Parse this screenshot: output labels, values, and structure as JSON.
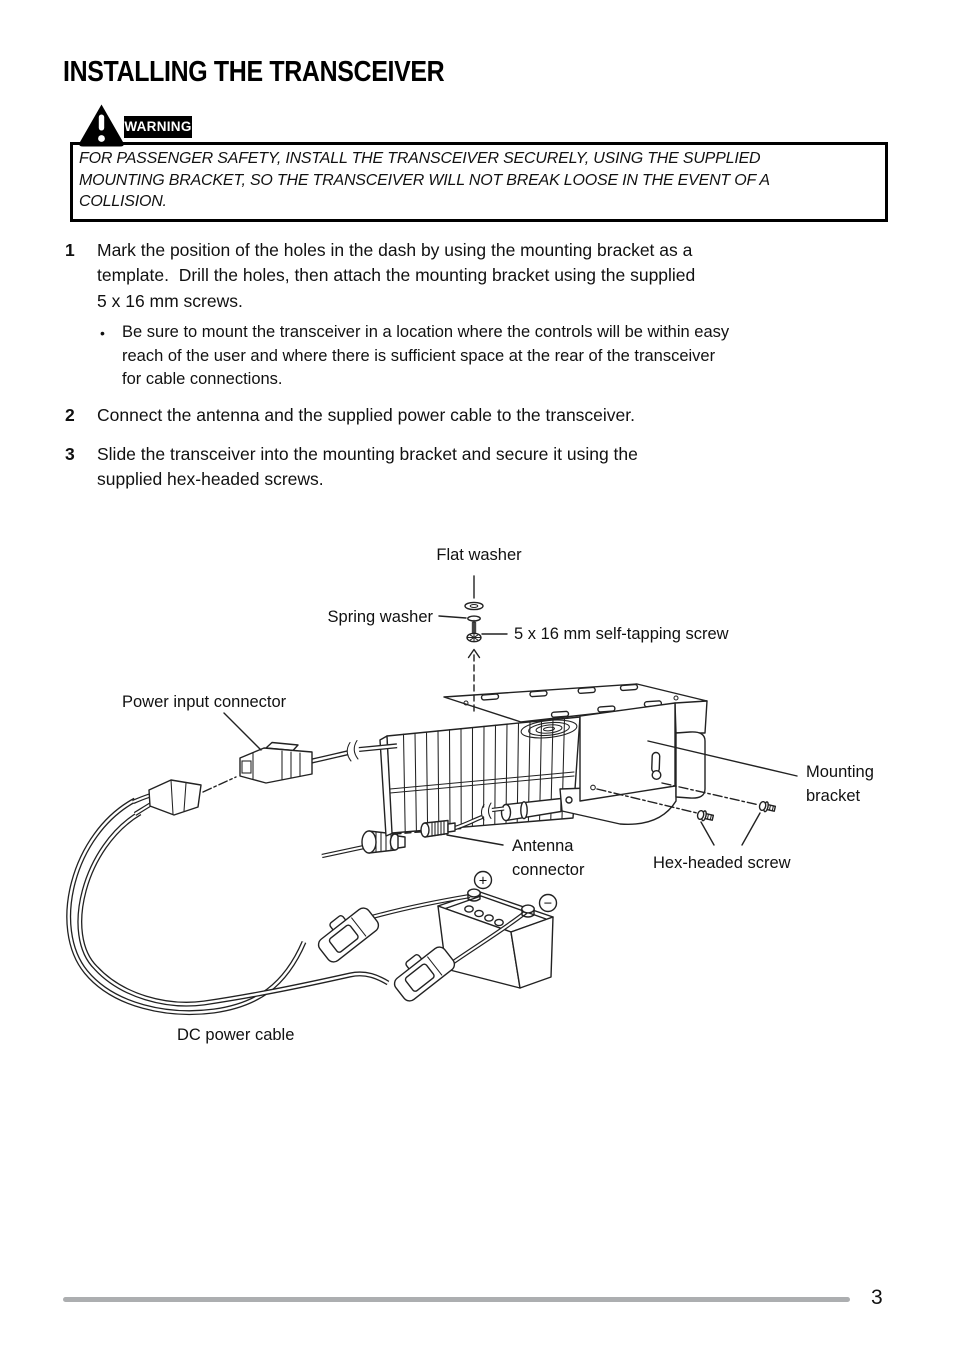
{
  "title": "INSTALLING THE TRANSCEIVER",
  "warning": {
    "tag": "WARNING",
    "lines": [
      "FOR PASSENGER SAFETY, INSTALL THE TRANSCEIVER SECURELY, USING THE SUPPLIED",
      "MOUNTING BRACKET, SO THE TRANSCEIVER WILL NOT BREAK LOOSE IN THE EVENT OF A",
      "COLLISION."
    ]
  },
  "steps": [
    {
      "num": "1",
      "lines": [
        "Mark the position of the holes in the dash by using the mounting bracket as a",
        "template.  Drill the holes, then attach the mounting bracket using the supplied",
        "5 x 16 mm screws."
      ]
    },
    {
      "num": "2",
      "lines": [
        "Connect the antenna and the supplied power cable to the transceiver."
      ]
    },
    {
      "num": "3",
      "lines": [
        "Slide the transceiver into the mounting bracket and secure it using the",
        "supplied hex-headed screws."
      ]
    }
  ],
  "bullet": {
    "marker": "•",
    "lines": [
      "Be sure to mount the transceiver in a location where the controls will be within easy",
      "reach of the user and where there is sufficient space at the rear of the transceiver",
      "for cable connections."
    ]
  },
  "diagram": {
    "labels": {
      "flat_washer": "Flat washer",
      "spring_washer": "Spring washer",
      "tapping_screw": "5 x 16 mm self-tapping screw",
      "power_input": "Power input connector",
      "mounting_1": "Mounting",
      "mounting_2": "bracket",
      "antenna_1": "Antenna",
      "antenna_2": "connector",
      "hex_screw": "Hex-headed screw",
      "dc_cable": "DC power cable",
      "plus": "+",
      "minus": "−"
    }
  },
  "footer": {
    "page_number": "3"
  },
  "colors": {
    "ink": "#1b1b1b",
    "footer_rule": "#acaeb0",
    "warning_bg": "#000000"
  }
}
